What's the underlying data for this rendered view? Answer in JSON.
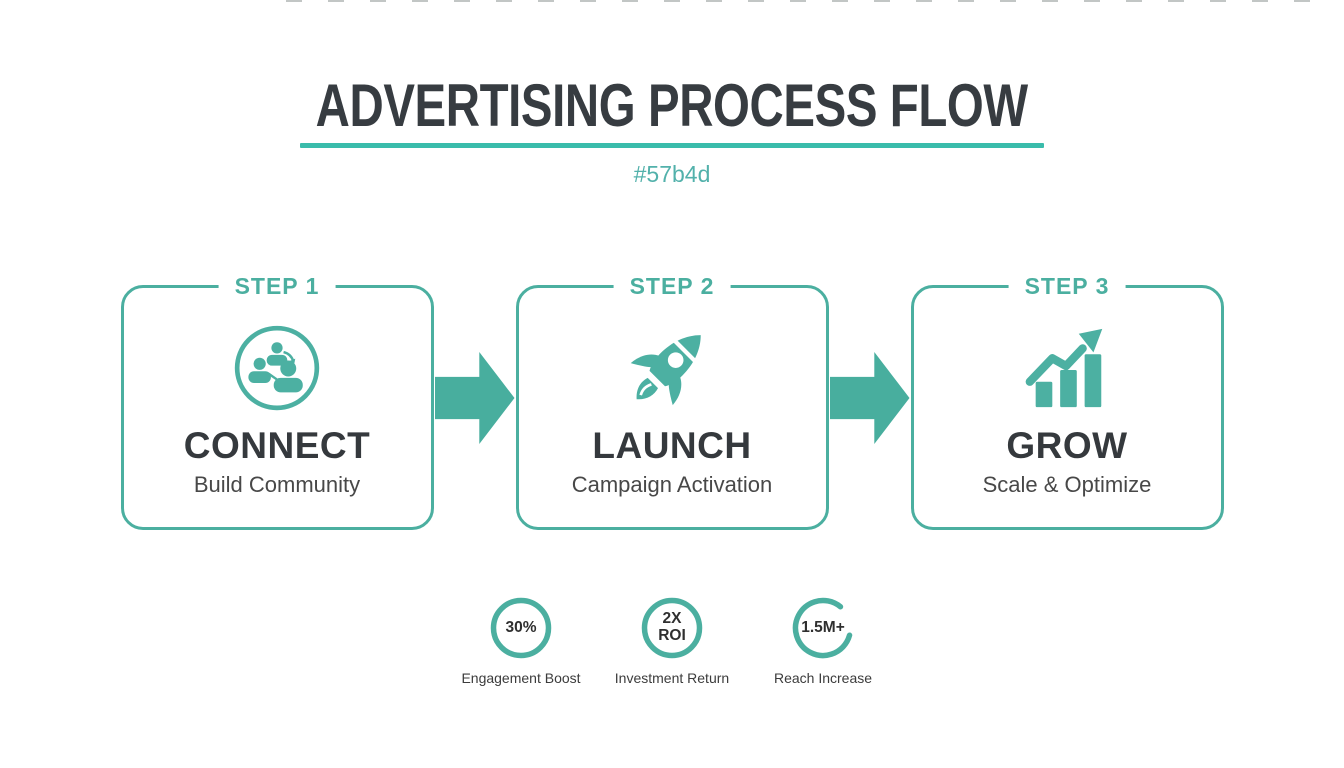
{
  "header": {
    "title": "ADVERTISING PROCESS FLOW",
    "subtitle": "#57b4d",
    "accent_color": "#4bafa0",
    "underline_color": "#3abcab"
  },
  "steps": [
    {
      "label": "STEP 1",
      "icon": "people-network-icon",
      "title": "CONNECT",
      "subtitle": "Build Community"
    },
    {
      "label": "STEP 2",
      "icon": "rocket-icon",
      "title": "LAUNCH",
      "subtitle": "Campaign Activation"
    },
    {
      "label": "STEP 3",
      "icon": "growth-chart-icon",
      "title": "GROW",
      "subtitle": "Scale & Optimize"
    }
  ],
  "stats": [
    {
      "value": "30%",
      "label": "Engagement Boost"
    },
    {
      "value": "2X ROI",
      "value_lines": [
        "2X",
        "ROI"
      ],
      "label": "Investment Return"
    },
    {
      "value": "1.5M+",
      "label": "Reach Increase"
    }
  ]
}
